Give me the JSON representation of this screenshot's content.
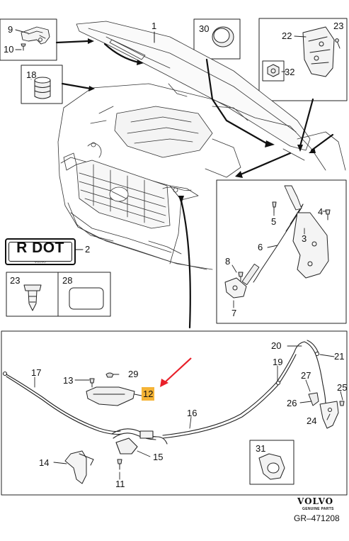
{
  "diagram": {
    "callouts": {
      "c1": "1",
      "c2": "2",
      "c3": "3",
      "c4": "4",
      "c5": "5",
      "c6": "6",
      "c7": "7",
      "c8": "8",
      "c9": "9",
      "c10": "10",
      "c11": "11",
      "c12": "12",
      "c13": "13",
      "c14": "14",
      "c15": "15",
      "c16": "16",
      "c17": "17",
      "c18": "18",
      "c19": "19",
      "c20": "20",
      "c21": "21",
      "c22": "22",
      "c23": "23",
      "c23b": "23",
      "c24": "24",
      "c25": "25",
      "c26": "26",
      "c27": "27",
      "c28": "28",
      "c29": "29",
      "c30": "30",
      "c31": "31",
      "c32": "32"
    },
    "plate_text": "R DOT",
    "plate_subtext": "VOLVO",
    "highlighted_part": "12",
    "highlight_color": "#f5b436",
    "arrow_color": "#e8202a"
  },
  "footer": {
    "brand": "VOLVO",
    "brand_sub": "GENUINE PARTS",
    "doc_id": "GR–471208"
  }
}
